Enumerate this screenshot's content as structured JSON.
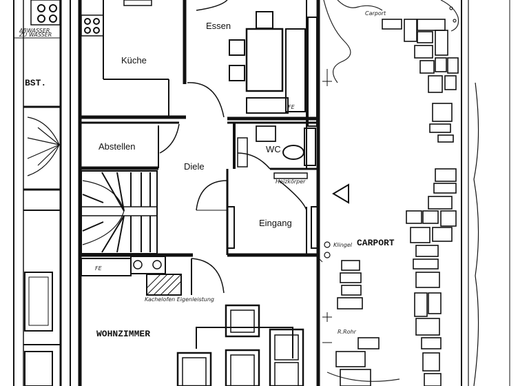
{
  "rooms": {
    "essen": "Essen",
    "kueche": "Küche",
    "abstellen": "Abstellen",
    "diele": "Diele",
    "wc": "WC",
    "eingang": "Eingang",
    "wohnzimmer": "WOHNZIMMER",
    "carport": "CARPORT",
    "bst": "BST."
  },
  "annotations": {
    "carport_small": "Carport",
    "klingel": "Klingel",
    "r_rohr": "R.Rohr",
    "kachelofen": "Kachelofen Eigenleistung",
    "heizkoerper": "Heizkörper",
    "fe": "FE",
    "abwasser": "ABWASSER",
    "wasser": "ZU WASSER"
  }
}
